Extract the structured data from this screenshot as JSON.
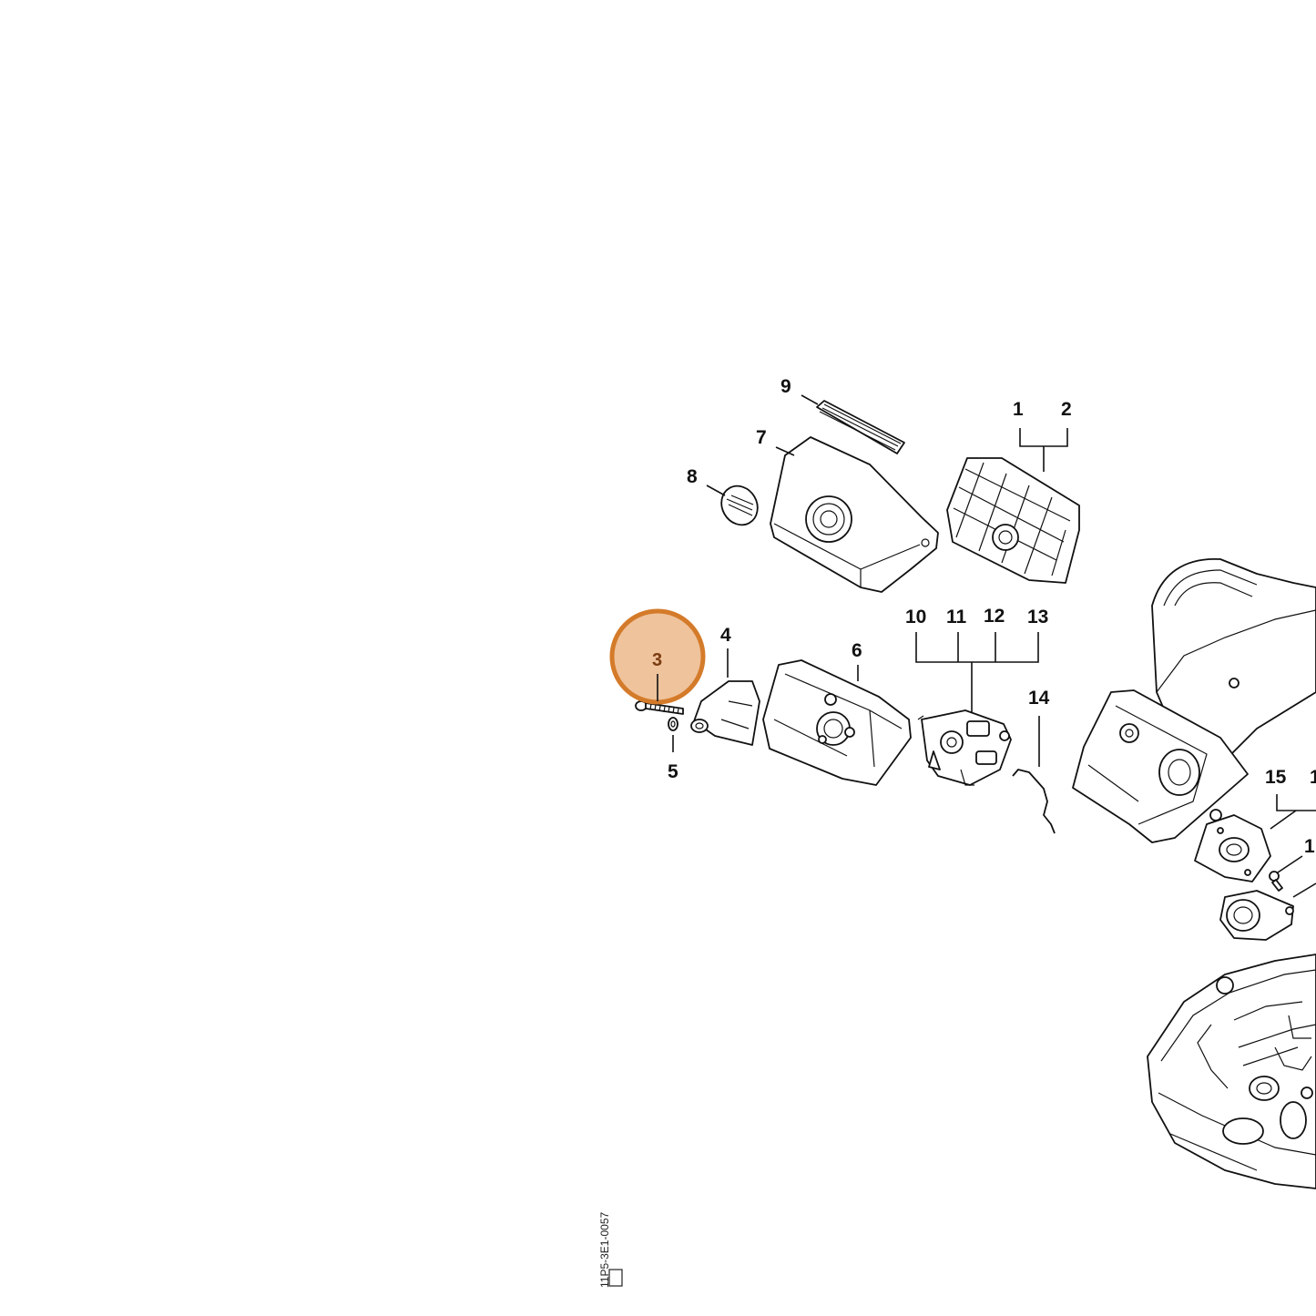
{
  "diagram": {
    "highlight_color": "#D47B2A",
    "highlight_fill": "#EFC39C",
    "highlighted_callout": "3",
    "callouts": {
      "c1": "1",
      "c2": "2",
      "c3": "3",
      "c4": "4",
      "c5": "5",
      "c6": "6",
      "c7": "7",
      "c8": "8",
      "c9": "9",
      "c10": "10",
      "c11": "11",
      "c12": "12",
      "c13": "13",
      "c14": "14",
      "c15": "15",
      "c16_partial": "1",
      "c17_partial": "1"
    },
    "parts_icons": [
      "air-filter",
      "shroud-cover",
      "cap-knob",
      "filter-strip",
      "screw",
      "washer",
      "choke-housing",
      "carburetor-base",
      "carburetor",
      "throttle-rod",
      "handle-frame",
      "intake-flange",
      "engine-housing"
    ],
    "doc_number": "11P5-3E1-0057"
  }
}
